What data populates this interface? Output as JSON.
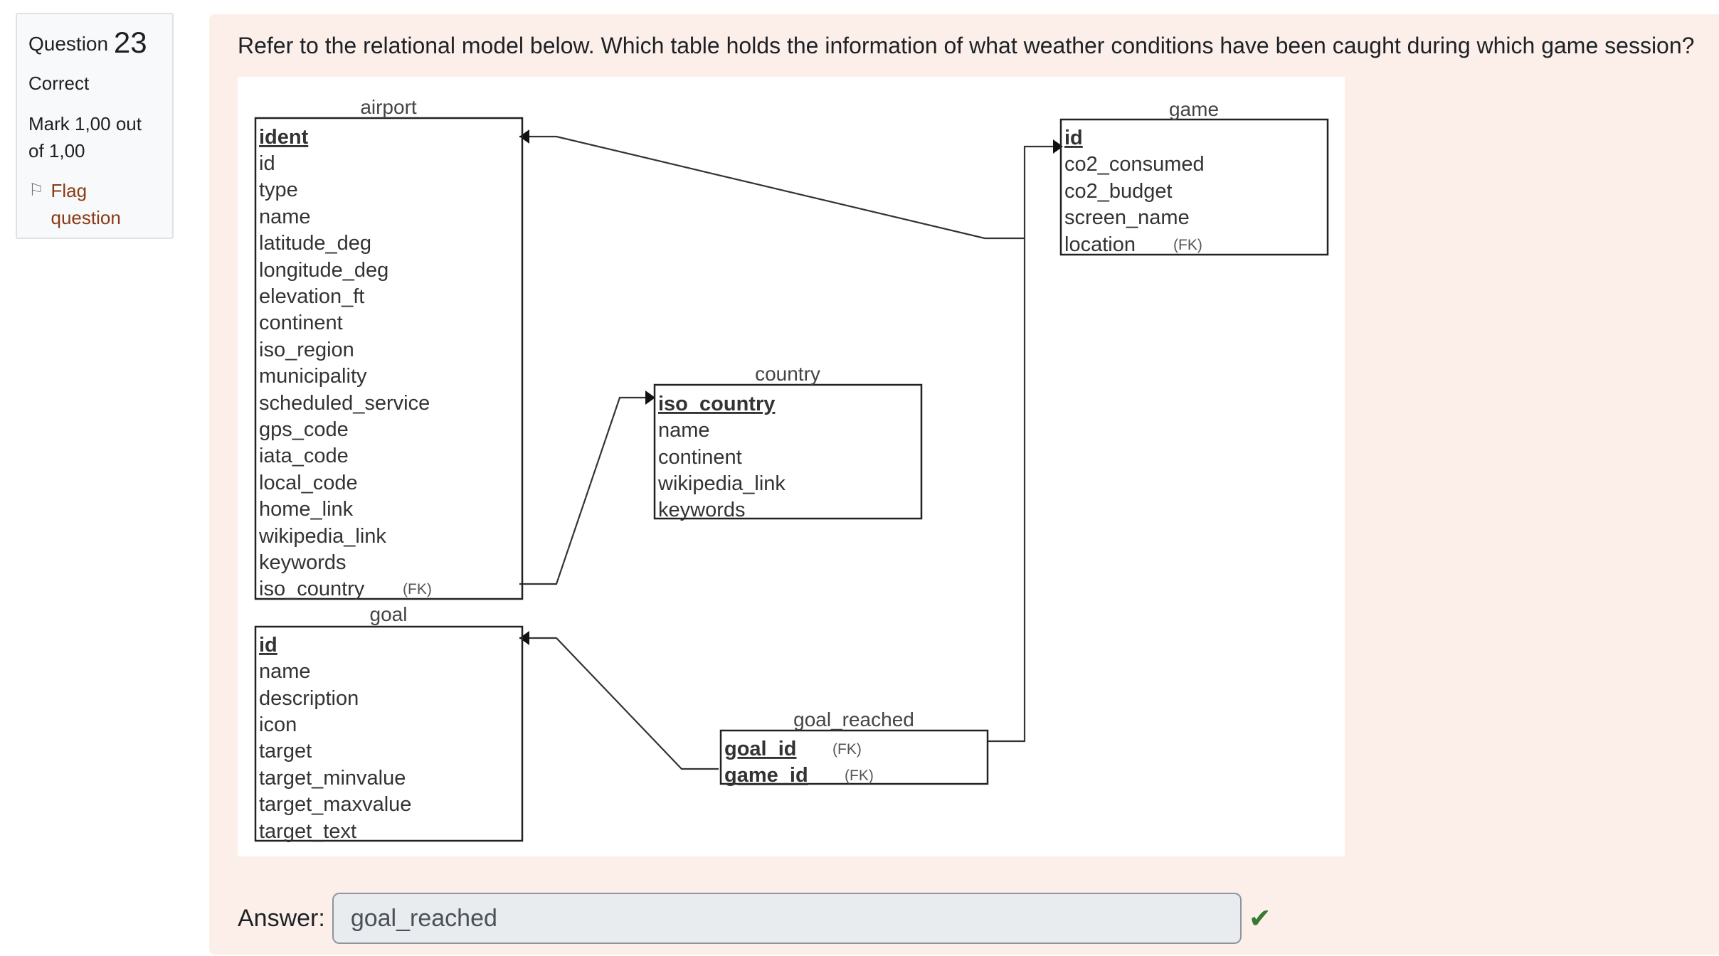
{
  "question": {
    "label": "Question",
    "number": "23",
    "state": "Correct",
    "grade": "Mark 1,00 out of 1,00",
    "flag_icon": "flag-icon",
    "flag_label": "Flag question"
  },
  "prompt": "Refer to the relational model below. Which table holds the information of what weather conditions have been caught during which game session?",
  "diagram": {
    "tables": {
      "airport": {
        "name": "airport",
        "fields": [
          "ident",
          "id",
          "type",
          "name",
          "latitude_deg",
          "longitude_deg",
          "elevation_ft",
          "continent",
          "iso_region",
          "municipality",
          "scheduled_service",
          "gps_code",
          "iata_code",
          "local_code",
          "home_link",
          "wikipedia_link",
          "keywords",
          "iso_country"
        ],
        "fk": "(FK)"
      },
      "game": {
        "name": "game",
        "fields": [
          "id",
          "co2_consumed",
          "co2_budget",
          "screen_name",
          "location"
        ],
        "fk": "(FK)"
      },
      "country": {
        "name": "country",
        "fields": [
          "iso_country",
          "name",
          "continent",
          "wikipedia_link",
          "keywords"
        ]
      },
      "goal": {
        "name": "goal",
        "fields": [
          "id",
          "name",
          "description",
          "icon",
          "target",
          "target_minvalue",
          "target_maxvalue",
          "target_text"
        ]
      },
      "goal_reached": {
        "name": "goal_reached",
        "fields": [
          "goal_id",
          "game_id"
        ],
        "fk": "(FK)"
      }
    }
  },
  "answer": {
    "label": "Answer:",
    "value": "goal_reached",
    "status_icon": "check-icon",
    "status_color": "#357a32"
  }
}
